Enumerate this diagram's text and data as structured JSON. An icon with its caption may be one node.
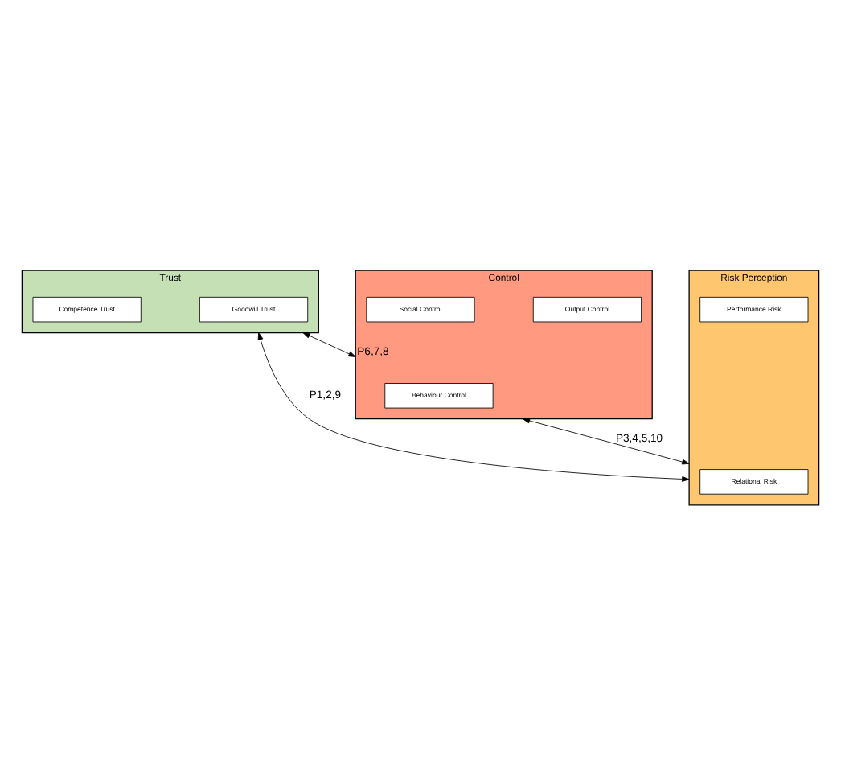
{
  "diagram": {
    "nodes": [
      {
        "text": [
          "Trust"
        ]
      },
      {
        "text": [
          "Goodwill Trust"
        ],
        "in": 0
      },
      {
        "text": [
          "Competence Trust"
        ],
        "in": 0
      },
      {
        "text": [
          "Risk Perception"
        ]
      },
      {
        "text": [
          "Relational Risk"
        ],
        "in": 3
      },
      {
        "text": [
          "Performance Risk"
        ],
        "in": 3
      },
      {
        "text": [
          "Control"
        ]
      },
      {
        "text": [
          "Behaviour Control"
        ],
        "in": 6
      },
      {
        "text": [
          "Output Control"
        ],
        "in": 6
      },
      {
        "text": [
          "Social Control"
        ],
        "in": 6
      }
    ],
    "edges": [
      {
        "from": 0,
        "to": 3,
        "arrow": "both",
        "label": "P1,2,9"
      },
      {
        "from": 0,
        "to": 6,
        "arrow": "both",
        "label": "P6,7,8"
      },
      {
        "from": 6,
        "to": 3,
        "arrow": "both",
        "label": "P3,4,5,10"
      }
    ]
  }
}
